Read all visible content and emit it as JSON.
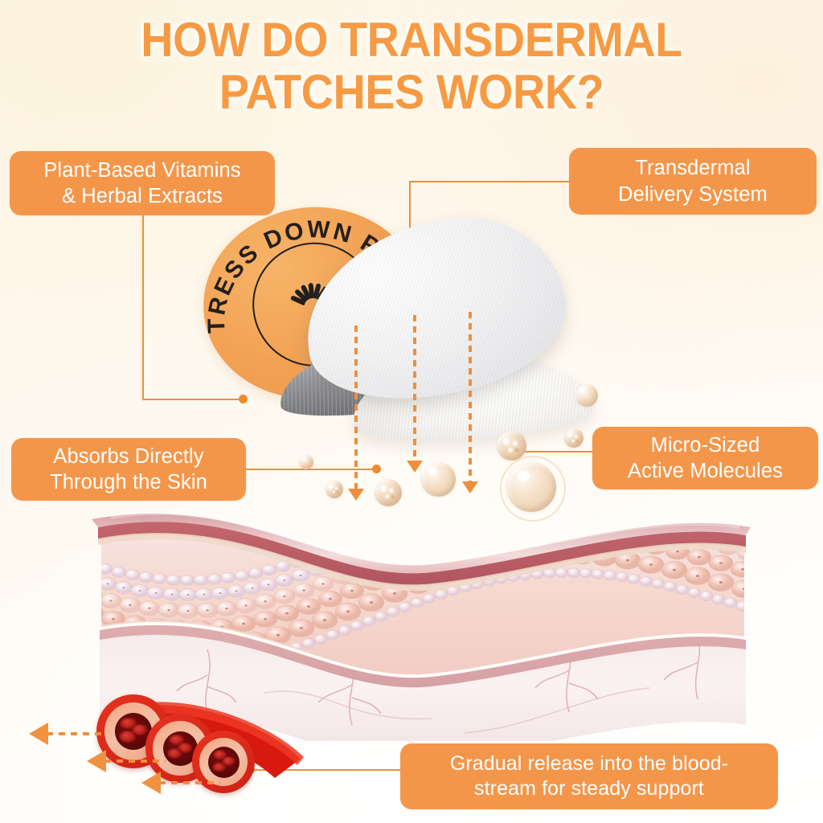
{
  "page": {
    "title": "HOW DO TRANSDERMAL\nPATCHES WORK?",
    "accent_orange": "#f4964a",
    "title_orange": "#f79a44",
    "connector_orange": "#e8903e",
    "background_cream": "#fdf5e6"
  },
  "callouts": [
    {
      "id": "plant",
      "label": "Plant-Based Vitamins\n& Herbal Extracts"
    },
    {
      "id": "delivery",
      "label": "Transdermal\nDelivery System"
    },
    {
      "id": "absorbs",
      "label": "Absorbs Directly\nThrough the Skin"
    },
    {
      "id": "micro",
      "label": "Micro-Sized\nActive Molecules"
    },
    {
      "id": "gradual",
      "label": "Gradual release into the blood-\nstream for steady support"
    }
  ],
  "patch": {
    "label_text": "STRESS DOWN PATCH",
    "label_color": "#f2a052",
    "text_color": "#231f20",
    "emblem": "sun-icon",
    "fabric_color": "#f4f4f5"
  },
  "diagram": {
    "penetration_arrows": 3,
    "outflow_arrows": 3,
    "molecule_count": 8,
    "blood_vessel_count": 3,
    "skin_layers": [
      "epidermis-surface",
      "cell-layers",
      "dermis",
      "blood-vessels"
    ]
  }
}
